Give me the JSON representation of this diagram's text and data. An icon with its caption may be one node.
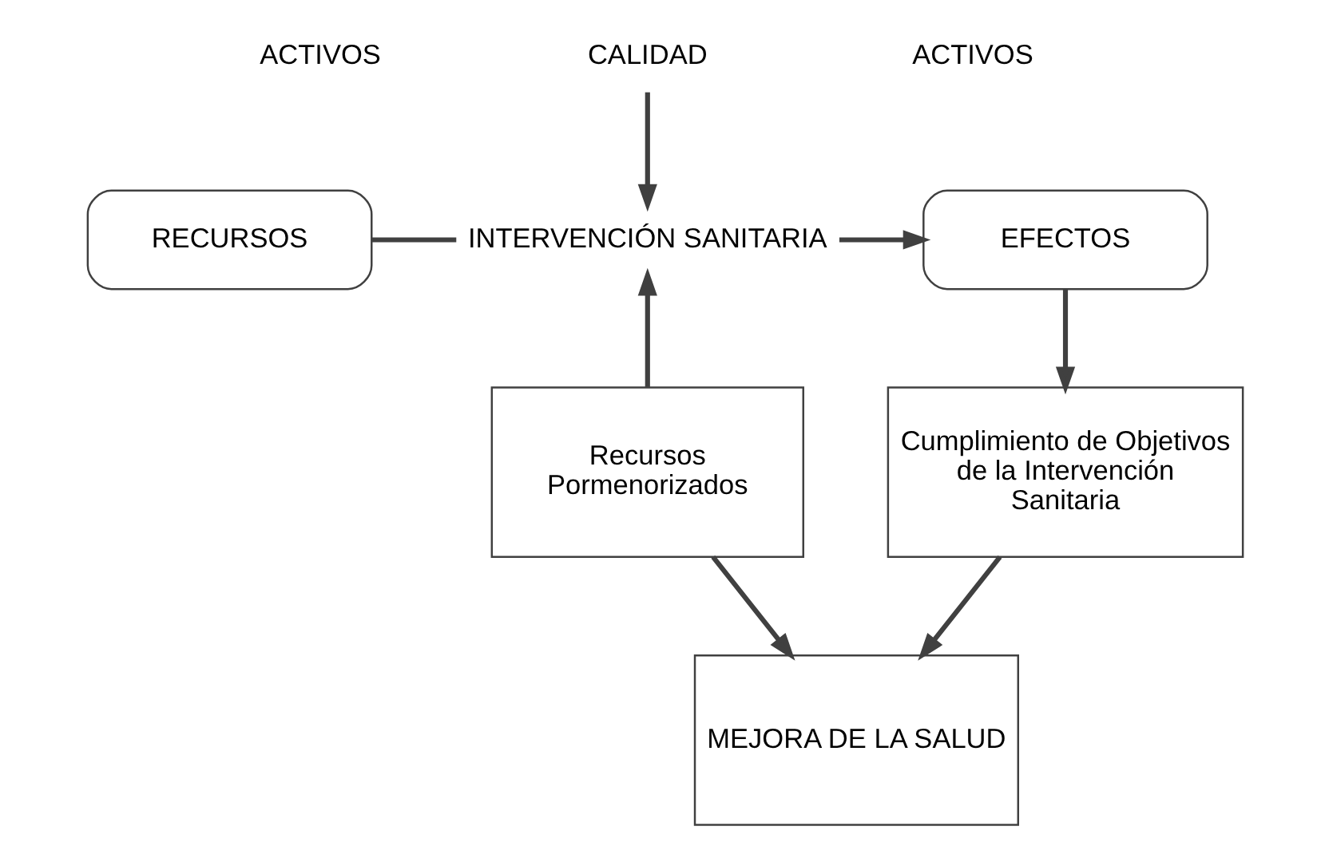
{
  "diagram": {
    "nodes": [
      {
        "text": [
          "RECURSOS"
        ]
      },
      {
        "text": [
          "INTERVENCIÓN SANITARIA"
        ]
      },
      {
        "text": [
          "EFECTOS"
        ]
      },
      {
        "text": [
          "CALIDAD"
        ]
      },
      {
        "text": [
          "Recursos Pormenorizados"
        ]
      },
      {
        "text": [
          "Cumplimiento de Objetivos de la Intervención Sanitaria"
        ]
      },
      {
        "text": [
          "MEJORA DE LA SALUD"
        ]
      }
    ],
    "edges": [
      {
        "from": 0,
        "to": 1,
        "arrow": "none"
      },
      {
        "from": 1,
        "to": 2,
        "arrow": "to"
      },
      {
        "from": 3,
        "to": 1,
        "arrow": "to"
      },
      {
        "from": 4,
        "to": 1,
        "arrow": "to"
      },
      {
        "from": 2,
        "to": 5,
        "arrow": "to"
      },
      {
        "from": 4,
        "to": 6,
        "arrow": "to"
      },
      {
        "from": 5,
        "to": 6,
        "arrow": "to"
      }
    ],
    "labels": [
      "ACTIVOS",
      "ACTIVOS"
    ]
  }
}
